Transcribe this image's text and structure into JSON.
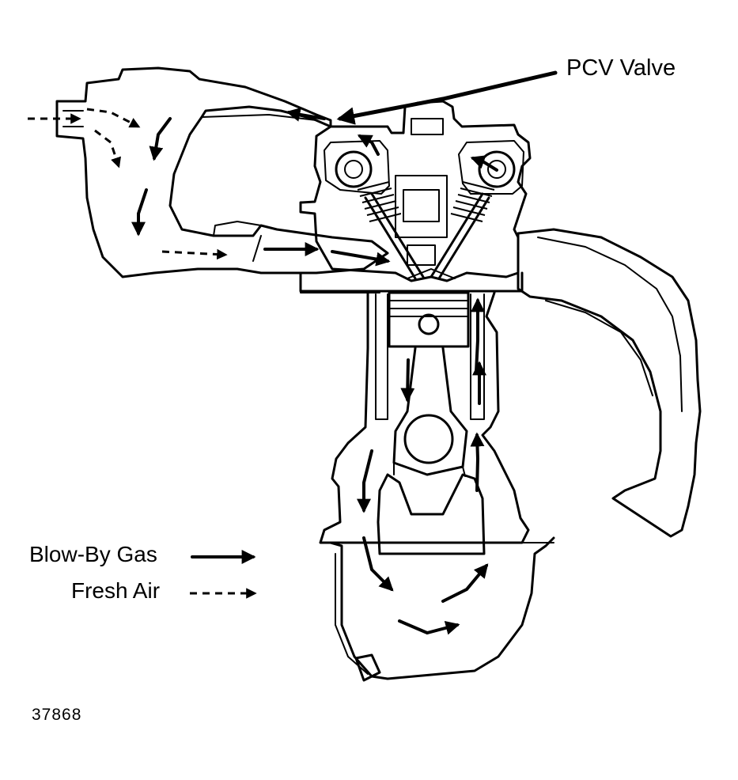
{
  "labels": {
    "pcv_valve": "PCV Valve",
    "blow_by_gas": "Blow-By Gas",
    "fresh_air": "Fresh Air",
    "figure_number": "37868"
  },
  "legend": [
    {
      "label": "Blow-By Gas",
      "line_style": "solid-arrow"
    },
    {
      "label": "Fresh Air",
      "line_style": "dashed-arrow"
    }
  ],
  "colors": {
    "line": "#000000",
    "background": "#ffffff"
  }
}
